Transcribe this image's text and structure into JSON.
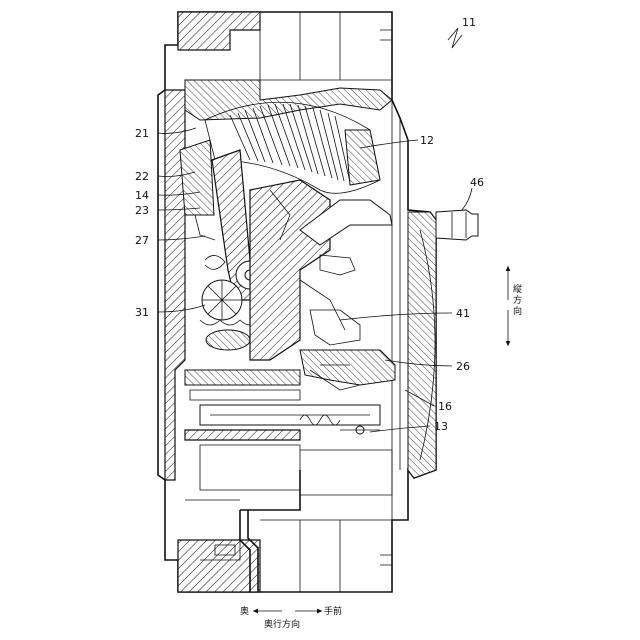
{
  "figure": {
    "figure_number": "11",
    "parts": [
      {
        "ref": "12"
      },
      {
        "ref": "13"
      },
      {
        "ref": "21"
      },
      {
        "ref": "22"
      },
      {
        "ref": "14"
      },
      {
        "ref": "23"
      },
      {
        "ref": "27"
      },
      {
        "ref": "31"
      },
      {
        "ref": "46"
      },
      {
        "ref": "41"
      },
      {
        "ref": "26"
      },
      {
        "ref": "16"
      }
    ],
    "vertical_direction": {
      "chars": [
        "縦",
        "方",
        "向"
      ]
    },
    "depth_direction": {
      "back": "奥",
      "front": "手前",
      "label": "奥行方向"
    }
  }
}
